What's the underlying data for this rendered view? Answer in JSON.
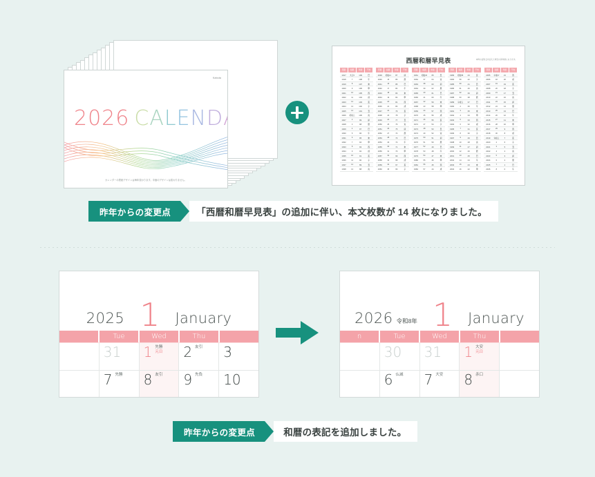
{
  "page": {
    "background_color": "#e8f2f0",
    "accent_green": "#17917e",
    "accent_pink": "#f4a3a9"
  },
  "product_stack": {
    "cover": {
      "brand": "Kabuta",
      "year": "2026",
      "word": "CALENDAR",
      "footnote": "カレンダーの表紙デザインは毎年変わります。中面のデザインは変わりません。",
      "sheet_count": 12
    }
  },
  "plus_icon": "plus-icon",
  "conversion_table": {
    "title": "西暦和暦早見表",
    "note": "本年の誕生日を迎えた場合の満年齢になります。",
    "headers": [
      "西暦",
      "和暦",
      "年齢",
      "干支"
    ],
    "groups": [
      {
        "rows": [
          [
            "1917",
            "大正6",
            "109",
            "巳"
          ],
          [
            "1918",
            "7",
            "108",
            "午"
          ],
          [
            "1919",
            "8",
            "107",
            "未"
          ],
          [
            "1920",
            "9",
            "106",
            "申"
          ],
          [
            "1921",
            "10",
            "105",
            "酉"
          ],
          [
            "1922",
            "11",
            "104",
            "戌"
          ],
          [
            "1923",
            "12",
            "103",
            "亥"
          ],
          [
            "1924",
            "13",
            "102",
            "子"
          ],
          [
            "1925",
            "14",
            "101",
            "丑"
          ],
          [
            "1926",
            "昭和元",
            "100",
            "寅"
          ],
          [
            "1927",
            "2",
            "99",
            "卯"
          ],
          [
            "1928",
            "3",
            "98",
            "辰"
          ],
          [
            "1929",
            "4",
            "97",
            "巳"
          ],
          [
            "1930",
            "5",
            "96",
            "午"
          ],
          [
            "1931",
            "6",
            "95",
            "未"
          ],
          [
            "1932",
            "7",
            "94",
            "申"
          ],
          [
            "1933",
            "8",
            "93",
            "酉"
          ],
          [
            "1934",
            "9",
            "92",
            "戌"
          ],
          [
            "1935",
            "10",
            "91",
            "亥"
          ],
          [
            "1936",
            "11",
            "90",
            "子"
          ],
          [
            "1937",
            "12",
            "89",
            "丑"
          ],
          [
            "1938",
            "13",
            "88",
            "寅"
          ]
        ]
      },
      {
        "rows": [
          [
            "1939",
            "昭和14",
            "87",
            "卯"
          ],
          [
            "1940",
            "15",
            "86",
            "辰"
          ],
          [
            "1941",
            "16",
            "85",
            "巳"
          ],
          [
            "1942",
            "17",
            "84",
            "午"
          ],
          [
            "1943",
            "18",
            "83",
            "未"
          ],
          [
            "1944",
            "19",
            "82",
            "申"
          ],
          [
            "1945",
            "20",
            "81",
            "酉"
          ],
          [
            "1946",
            "21",
            "80",
            "戌"
          ],
          [
            "1947",
            "22",
            "79",
            "亥"
          ],
          [
            "1948",
            "23",
            "78",
            "子"
          ],
          [
            "1949",
            "24",
            "77",
            "丑"
          ],
          [
            "1950",
            "25",
            "76",
            "寅"
          ],
          [
            "1951",
            "26",
            "75",
            "卯"
          ],
          [
            "1952",
            "27",
            "74",
            "辰"
          ],
          [
            "1953",
            "28",
            "73",
            "巳"
          ],
          [
            "1954",
            "29",
            "72",
            "午"
          ],
          [
            "1955",
            "30",
            "71",
            "未"
          ],
          [
            "1956",
            "31",
            "70",
            "申"
          ],
          [
            "1957",
            "32",
            "69",
            "酉"
          ],
          [
            "1958",
            "33",
            "68",
            "戌"
          ],
          [
            "1959",
            "34",
            "67",
            "亥"
          ],
          [
            "1960",
            "35",
            "66",
            "子"
          ]
        ]
      },
      {
        "rows": [
          [
            "1961",
            "昭和36",
            "65",
            "丑"
          ],
          [
            "1962",
            "37",
            "64",
            "寅"
          ],
          [
            "1963",
            "38",
            "63",
            "卯"
          ],
          [
            "1964",
            "39",
            "62",
            "辰"
          ],
          [
            "1965",
            "40",
            "61",
            "巳"
          ],
          [
            "1966",
            "41",
            "60",
            "午"
          ],
          [
            "1967",
            "42",
            "59",
            "未"
          ],
          [
            "1968",
            "43",
            "58",
            "申"
          ],
          [
            "1969",
            "44",
            "57",
            "酉"
          ],
          [
            "1970",
            "45",
            "56",
            "戌"
          ],
          [
            "1971",
            "46",
            "55",
            "亥"
          ],
          [
            "1972",
            "47",
            "54",
            "子"
          ],
          [
            "1973",
            "48",
            "53",
            "丑"
          ],
          [
            "1974",
            "49",
            "52",
            "寅"
          ],
          [
            "1975",
            "50",
            "51",
            "卯"
          ],
          [
            "1976",
            "51",
            "50",
            "辰"
          ],
          [
            "1977",
            "52",
            "49",
            "巳"
          ],
          [
            "1978",
            "53",
            "48",
            "午"
          ],
          [
            "1979",
            "54",
            "47",
            "未"
          ],
          [
            "1980",
            "55",
            "46",
            "申"
          ],
          [
            "1981",
            "56",
            "45",
            "酉"
          ],
          [
            "1982",
            "57",
            "44",
            "戌"
          ]
        ]
      },
      {
        "rows": [
          [
            "1983",
            "昭和58",
            "43",
            "亥"
          ],
          [
            "1984",
            "59",
            "42",
            "子"
          ],
          [
            "1985",
            "60",
            "41",
            "丑"
          ],
          [
            "1986",
            "61",
            "40",
            "寅"
          ],
          [
            "1987",
            "62",
            "39",
            "卯"
          ],
          [
            "1988",
            "63",
            "38",
            "辰"
          ],
          [
            "1989",
            "平成元",
            "37",
            "巳"
          ],
          [
            "1990",
            "2",
            "36",
            "午"
          ],
          [
            "1991",
            "3",
            "35",
            "未"
          ],
          [
            "1992",
            "4",
            "34",
            "申"
          ],
          [
            "1993",
            "5",
            "33",
            "酉"
          ],
          [
            "1994",
            "6",
            "32",
            "戌"
          ],
          [
            "1995",
            "7",
            "31",
            "亥"
          ],
          [
            "1996",
            "8",
            "30",
            "子"
          ],
          [
            "1997",
            "9",
            "29",
            "丑"
          ],
          [
            "1998",
            "10",
            "28",
            "寅"
          ],
          [
            "1999",
            "11",
            "27",
            "卯"
          ],
          [
            "2000",
            "12",
            "26",
            "辰"
          ],
          [
            "2001",
            "13",
            "25",
            "巳"
          ],
          [
            "2002",
            "14",
            "24",
            "午"
          ],
          [
            "2003",
            "15",
            "23",
            "未"
          ],
          [
            "2004",
            "16",
            "22",
            "申"
          ]
        ]
      },
      {
        "rows": [
          [
            "2005",
            "平成17",
            "21",
            "酉"
          ],
          [
            "2006",
            "18",
            "20",
            "戌"
          ],
          [
            "2007",
            "19",
            "19",
            "亥"
          ],
          [
            "2008",
            "20",
            "18",
            "子"
          ],
          [
            "2009",
            "21",
            "17",
            "丑"
          ],
          [
            "2010",
            "22",
            "16",
            "寅"
          ],
          [
            "2011",
            "23",
            "15",
            "卯"
          ],
          [
            "2012",
            "24",
            "14",
            "辰"
          ],
          [
            "2013",
            "25",
            "13",
            "巳"
          ],
          [
            "2014",
            "26",
            "12",
            "午"
          ],
          [
            "2015",
            "27",
            "11",
            "未"
          ],
          [
            "2016",
            "28",
            "10",
            "申"
          ],
          [
            "2017",
            "29",
            "9",
            "酉"
          ],
          [
            "2018",
            "30",
            "8",
            "戌"
          ],
          [
            "2019",
            "令和元",
            "7",
            "亥"
          ],
          [
            "2020",
            "2",
            "6",
            "子"
          ],
          [
            "2021",
            "3",
            "5",
            "丑"
          ],
          [
            "2022",
            "4",
            "4",
            "寅"
          ],
          [
            "2023",
            "5",
            "3",
            "卯"
          ],
          [
            "2024",
            "6",
            "2",
            "辰"
          ],
          [
            "2025",
            "7",
            "1",
            "巳"
          ],
          [
            "2026",
            "8",
            "0",
            "午"
          ]
        ]
      }
    ]
  },
  "banners": {
    "top": {
      "tag": "昨年からの変更点",
      "text": "「西暦和暦早見表」の追加に伴い、本文枚数が 14 枚になりました。"
    },
    "bottom": {
      "tag": "昨年からの変更点",
      "text": "和暦の表記を追加しました。"
    }
  },
  "arrow_icon": "arrow-right-icon",
  "calendars": {
    "before": {
      "year": "2025",
      "wareki": "",
      "month_number": "1",
      "month_name": "January",
      "dow": [
        "",
        "Tue",
        "Wed",
        "Thu",
        ""
      ],
      "weeks": [
        [
          {
            "day": "",
            "roku": "",
            "event": "",
            "muted": false,
            "red": false,
            "holiday": false
          },
          {
            "day": "31",
            "roku": "",
            "event": "",
            "muted": true,
            "red": false,
            "holiday": false
          },
          {
            "day": "1",
            "roku": "先勝",
            "event": "元日",
            "muted": false,
            "red": true,
            "holiday": true
          },
          {
            "day": "2",
            "roku": "友引",
            "event": "",
            "muted": false,
            "red": false,
            "holiday": false
          },
          {
            "day": "3",
            "roku": "",
            "event": "",
            "muted": false,
            "red": false,
            "holiday": false
          }
        ],
        [
          {
            "day": "",
            "roku": "",
            "event": "",
            "muted": false,
            "red": false,
            "holiday": false
          },
          {
            "day": "7",
            "roku": "先勝",
            "event": "",
            "muted": false,
            "red": false,
            "holiday": false
          },
          {
            "day": "8",
            "roku": "友引",
            "event": "",
            "muted": false,
            "red": false,
            "holiday": true
          },
          {
            "day": "9",
            "roku": "先負",
            "event": "",
            "muted": false,
            "red": false,
            "holiday": false
          },
          {
            "day": "10",
            "roku": "",
            "event": "",
            "muted": false,
            "red": false,
            "holiday": false
          }
        ]
      ]
    },
    "after": {
      "year": "2026",
      "wareki": "令和8年",
      "month_number": "1",
      "month_name": "January",
      "dow": [
        "n",
        "Tue",
        "Wed",
        "Thu",
        ""
      ],
      "weeks": [
        [
          {
            "day": "",
            "roku": "",
            "event": "",
            "muted": false,
            "red": false,
            "holiday": false
          },
          {
            "day": "30",
            "roku": "",
            "event": "",
            "muted": true,
            "red": false,
            "holiday": false
          },
          {
            "day": "31",
            "roku": "",
            "event": "",
            "muted": true,
            "red": false,
            "holiday": false
          },
          {
            "day": "1",
            "roku": "大安",
            "event": "元日",
            "muted": false,
            "red": true,
            "holiday": true
          },
          {
            "day": "",
            "roku": "",
            "event": "",
            "muted": false,
            "red": false,
            "holiday": false
          }
        ],
        [
          {
            "day": "",
            "roku": "",
            "event": "",
            "muted": false,
            "red": false,
            "holiday": false
          },
          {
            "day": "6",
            "roku": "仏滅",
            "event": "",
            "muted": false,
            "red": false,
            "holiday": false
          },
          {
            "day": "7",
            "roku": "大安",
            "event": "",
            "muted": false,
            "red": false,
            "holiday": false
          },
          {
            "day": "8",
            "roku": "赤口",
            "event": "",
            "muted": false,
            "red": false,
            "holiday": true
          },
          {
            "day": "",
            "roku": "",
            "event": "",
            "muted": false,
            "red": false,
            "holiday": false
          }
        ]
      ]
    }
  }
}
